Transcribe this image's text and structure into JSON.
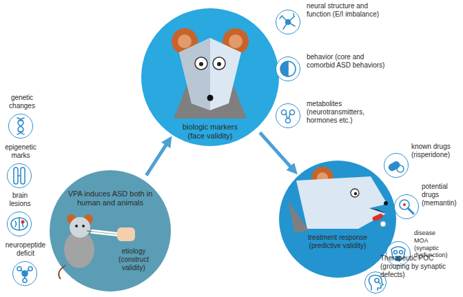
{
  "diagram": {
    "nodes": [
      {
        "text": [
          "VPA induces ASD both in human and animals",
          "etiology (construct validity)"
        ]
      },
      {
        "text": [
          "biologic markers (face validity)"
        ]
      },
      {
        "text": [
          "treatment response (predictive validity)"
        ]
      },
      {
        "text": [
          "neural structure and function (E/I imbalance)"
        ]
      },
      {
        "text": [
          "behavior (core and comorbid ASD behaviors)"
        ]
      },
      {
        "text": [
          "metabolites (neurotransmitters, hormones etc.)"
        ]
      },
      {
        "text": [
          "genetic changes"
        ]
      },
      {
        "text": [
          "epigenetic marks"
        ]
      },
      {
        "text": [
          "brain lesions"
        ]
      },
      {
        "text": [
          "neuropeptide deficit"
        ]
      },
      {
        "text": [
          "known drugs (risperidone)"
        ]
      },
      {
        "text": [
          "potential drugs (memantin)"
        ]
      },
      {
        "text": [
          "disease MOA (synaptic dysfunction)"
        ]
      },
      {
        "text": [
          "Therapeutic POC (grouping by synaptic defects)"
        ]
      }
    ],
    "edges": [
      {
        "from": 0,
        "to": 1,
        "arrow": "to"
      },
      {
        "from": 1,
        "to": 2,
        "arrow": "to"
      }
    ]
  }
}
